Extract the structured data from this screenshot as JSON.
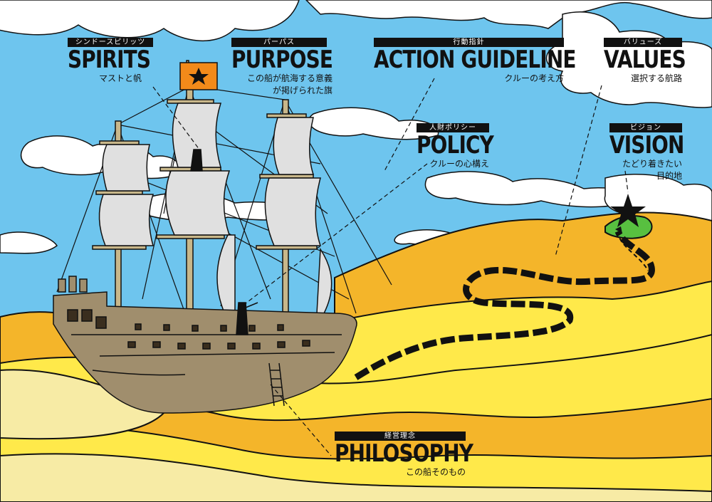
{
  "labels": {
    "spirits": {
      "kicker": "シンドースピリッツ",
      "title": "SPIRITS",
      "sub": "マストと帆"
    },
    "purpose": {
      "kicker": "パーパス",
      "title": "PURPOSE",
      "sub": "この船が航海する意義\nが掲げられた旗"
    },
    "action": {
      "kicker": "行動指針",
      "title": "ACTION GUIDELINE",
      "sub": "クルーの考え方"
    },
    "values": {
      "kicker": "バリューズ",
      "title": "VALUES",
      "sub": "選択する航路"
    },
    "policy": {
      "kicker": "人財ポリシー",
      "title": "POLICY",
      "sub": "クルーの心構え"
    },
    "vision": {
      "kicker": "ビジョン",
      "title": "VISION",
      "sub": "たどり着きたい\n目的地"
    },
    "philosophy": {
      "kicker": "経営理念",
      "title": "PHILOSOPHY",
      "sub": "この船そのもの"
    }
  },
  "colors": {
    "sky": "#6ec5ee",
    "cloud": "#ffffff",
    "hill_orange": "#f4b52a",
    "hill_yellow": "#ffe94a",
    "sand_light": "#f7eba5",
    "hull": "#a08e6d",
    "sail": "#e0e0e0",
    "flag": "#f28a1a",
    "island": "#58c040",
    "ink": "#111111"
  },
  "icons": {
    "flag": "star-flag-icon",
    "destination": "star-icon"
  }
}
